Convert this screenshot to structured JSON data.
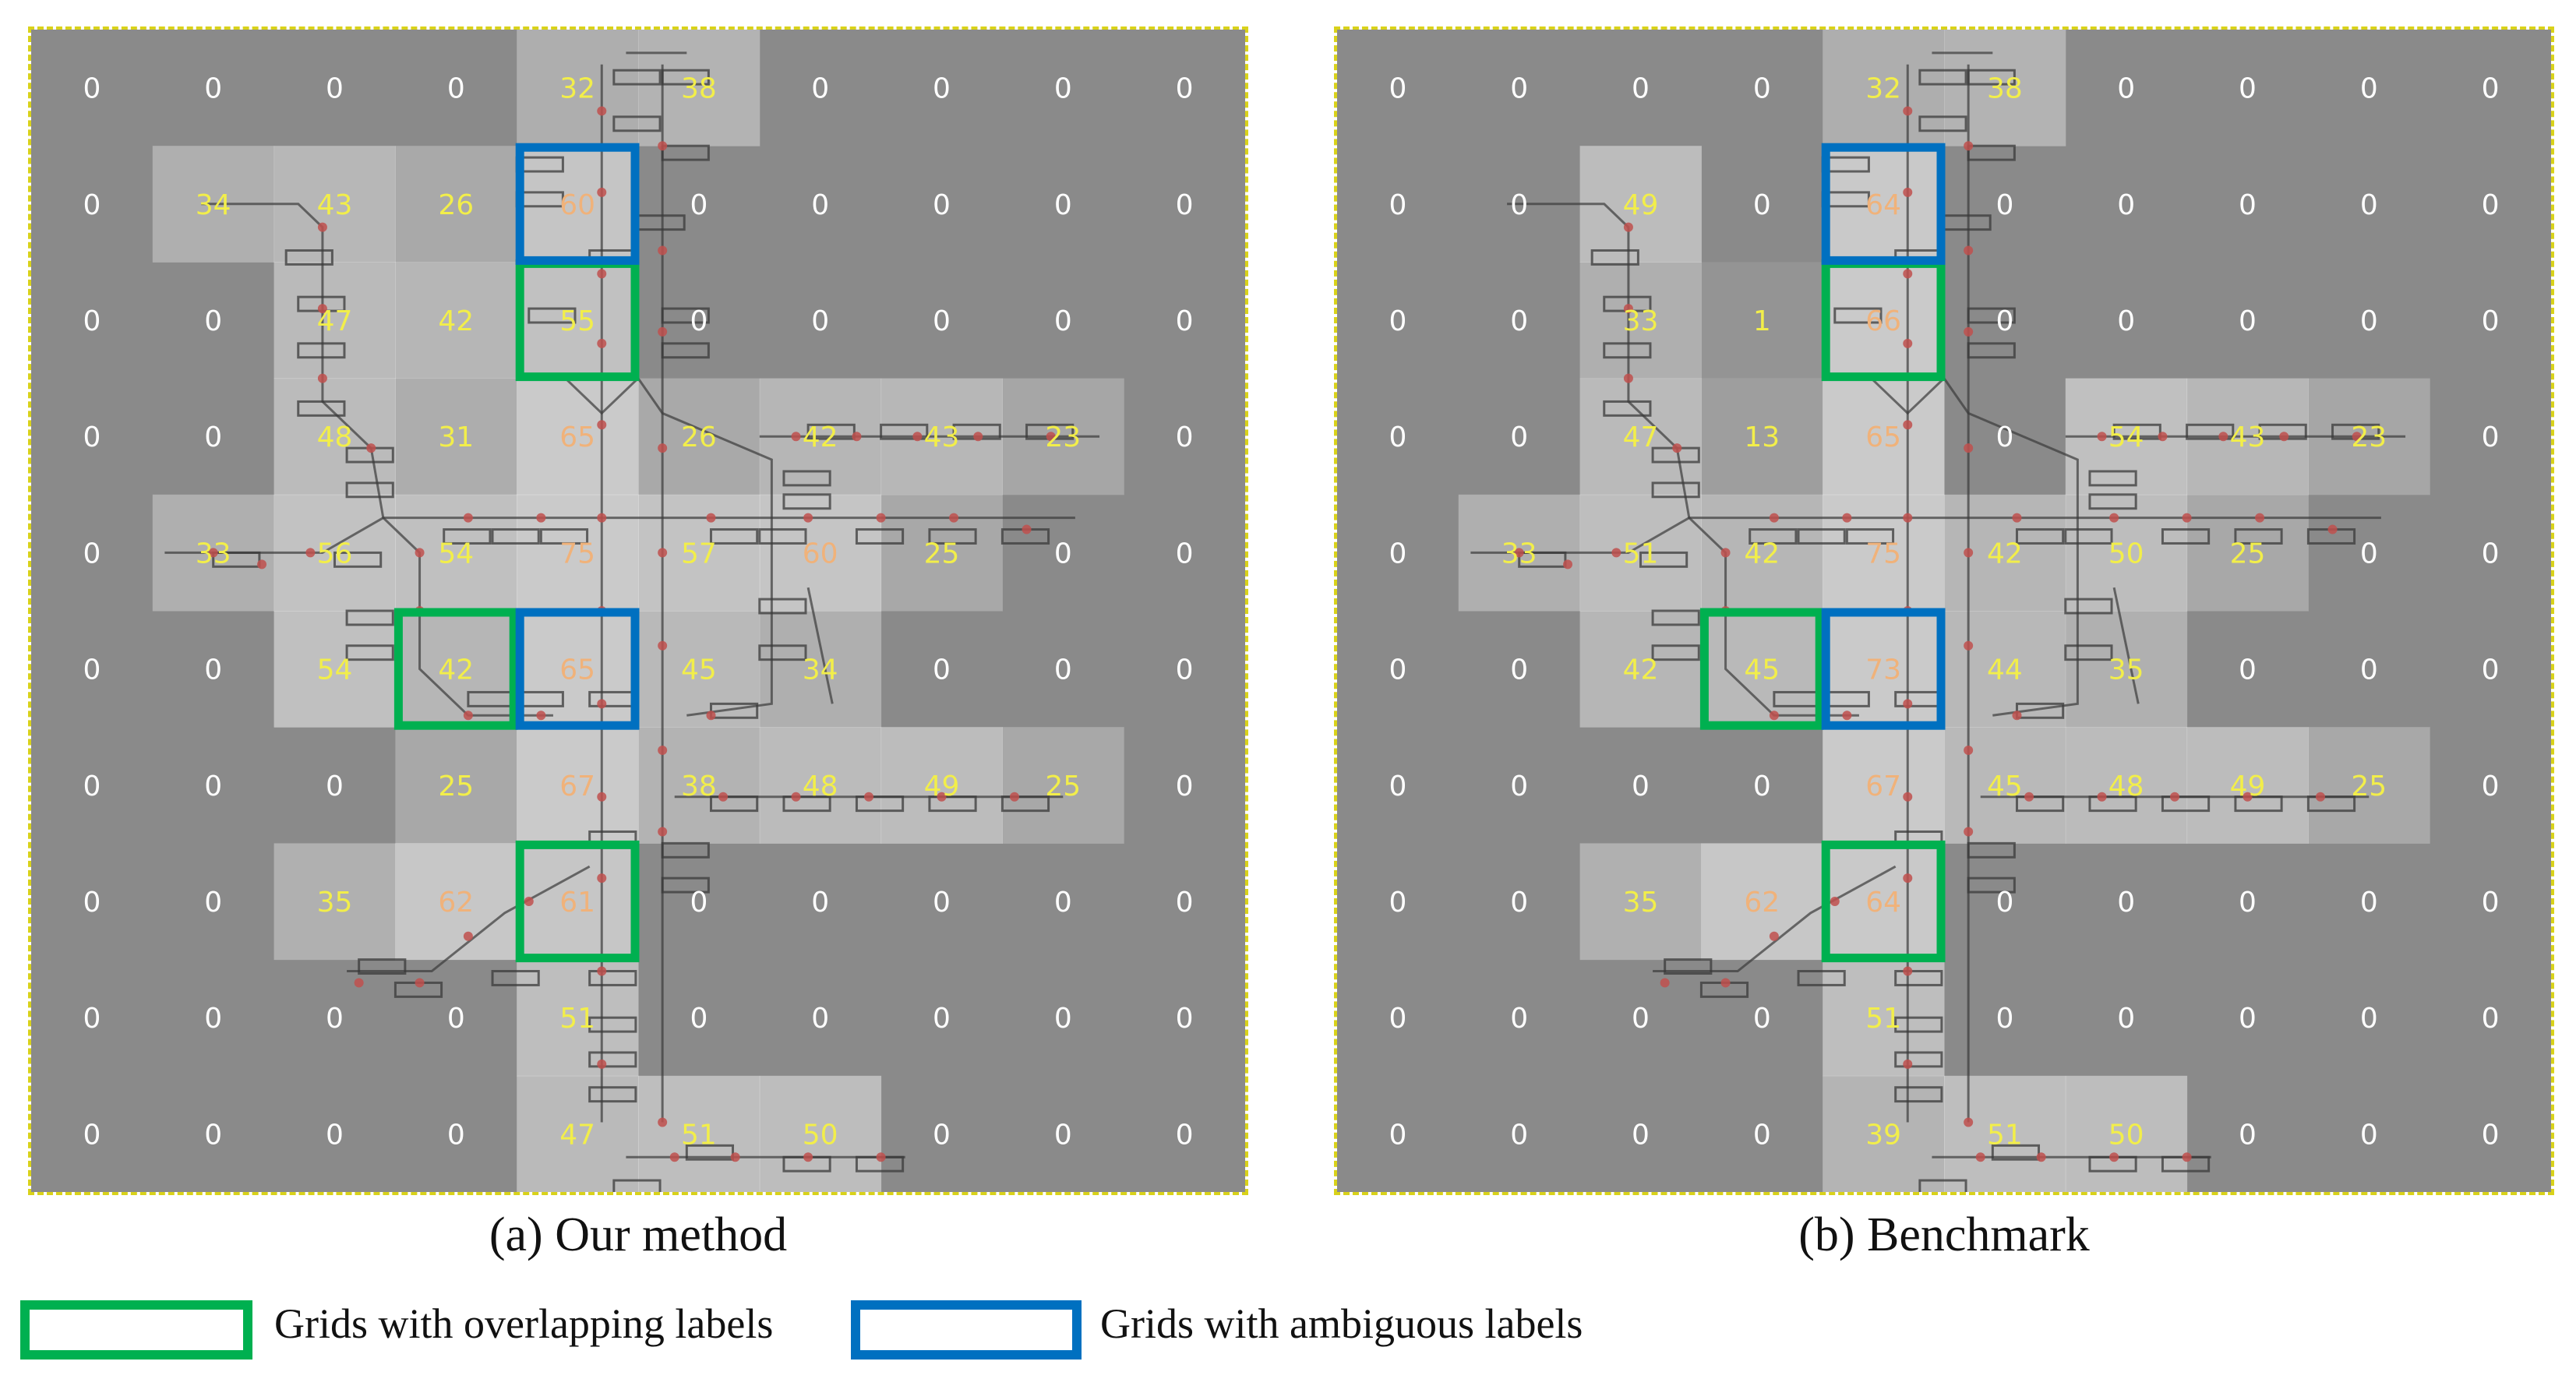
{
  "panels": [
    {
      "id": "a",
      "caption": "(a) Our method",
      "grid": [
        [
          0,
          0,
          0,
          0,
          32,
          38,
          0,
          0,
          0,
          0
        ],
        [
          0,
          34,
          43,
          26,
          60,
          0,
          0,
          0,
          0,
          0
        ],
        [
          0,
          0,
          47,
          42,
          55,
          0,
          0,
          0,
          0,
          0
        ],
        [
          0,
          0,
          48,
          31,
          65,
          26,
          42,
          43,
          23,
          0
        ],
        [
          0,
          33,
          56,
          54,
          75,
          57,
          60,
          25,
          0,
          0
        ],
        [
          0,
          0,
          54,
          42,
          65,
          45,
          34,
          0,
          0,
          0
        ],
        [
          0,
          0,
          0,
          25,
          67,
          38,
          48,
          49,
          25,
          0
        ],
        [
          0,
          0,
          35,
          62,
          61,
          0,
          0,
          0,
          0,
          0
        ],
        [
          0,
          0,
          0,
          0,
          51,
          0,
          0,
          0,
          0,
          0
        ],
        [
          0,
          0,
          0,
          0,
          47,
          51,
          50,
          0,
          0,
          0
        ]
      ],
      "overlapping_cells": [
        [
          2,
          4
        ],
        [
          5,
          3
        ],
        [
          7,
          4
        ]
      ],
      "ambiguous_cells": [
        [
          1,
          4
        ],
        [
          5,
          4
        ]
      ]
    },
    {
      "id": "b",
      "caption": "(b) Benchmark",
      "grid": [
        [
          0,
          0,
          0,
          0,
          32,
          38,
          0,
          0,
          0,
          0
        ],
        [
          0,
          0,
          49,
          0,
          64,
          0,
          0,
          0,
          0,
          0
        ],
        [
          0,
          0,
          33,
          1,
          66,
          0,
          0,
          0,
          0,
          0
        ],
        [
          0,
          0,
          47,
          13,
          65,
          0,
          54,
          43,
          23,
          0
        ],
        [
          0,
          33,
          51,
          42,
          75,
          42,
          50,
          25,
          0,
          0
        ],
        [
          0,
          0,
          42,
          45,
          73,
          44,
          35,
          0,
          0,
          0
        ],
        [
          0,
          0,
          0,
          0,
          67,
          45,
          48,
          49,
          25,
          0
        ],
        [
          0,
          0,
          35,
          62,
          64,
          0,
          0,
          0,
          0,
          0
        ],
        [
          0,
          0,
          0,
          0,
          51,
          0,
          0,
          0,
          0,
          0
        ],
        [
          0,
          0,
          0,
          0,
          39,
          51,
          50,
          0,
          0,
          0
        ]
      ],
      "overlapping_cells": [
        [
          2,
          4
        ],
        [
          5,
          3
        ],
        [
          7,
          4
        ]
      ],
      "ambiguous_cells": [
        [
          1,
          4
        ],
        [
          5,
          4
        ]
      ]
    }
  ],
  "legend": {
    "overlapping": "Grids with overlapping labels",
    "ambiguous": "Grids with ambiguous labels"
  },
  "colors": {
    "background": "#8a8a8a",
    "zero_text": "#ffffff",
    "count_text": "#f2ee4a",
    "high_count_text": "#f0b27a",
    "overlapping": "#00b050",
    "ambiguous": "#0070c0",
    "track": "#3a3a3a",
    "node": "#c0504d",
    "frame": "#d9d21a"
  }
}
